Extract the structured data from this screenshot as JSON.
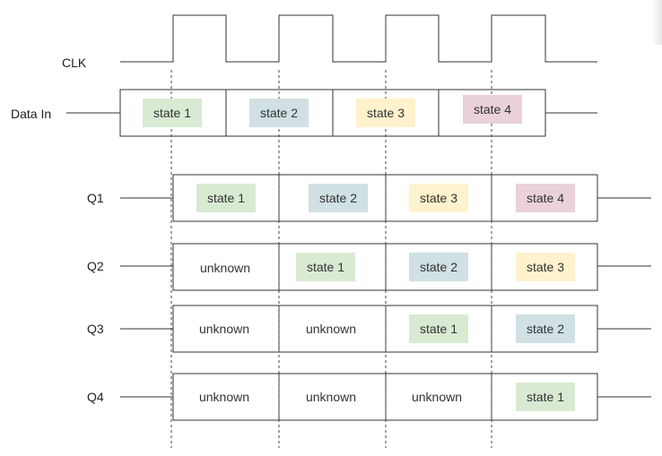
{
  "signals": {
    "clk": "CLK",
    "data_in": "Data In",
    "q1": "Q1",
    "q2": "Q2",
    "q3": "Q3",
    "q4": "Q4"
  },
  "data_in": [
    "state 1",
    "state 2",
    "state 3",
    "state 4"
  ],
  "q1": [
    "state 1",
    "state 2",
    "state 3",
    "state 4"
  ],
  "q2": [
    "unknown",
    "state 1",
    "state 2",
    "state 3"
  ],
  "q3": [
    "unknown",
    "unknown",
    "state 1",
    "state 2"
  ],
  "q4": [
    "unknown",
    "unknown",
    "unknown",
    "state 1"
  ],
  "colors": {
    "state 1": "#d9ead3",
    "state 2": "#d0e0e3",
    "state 3": "#fff2cc",
    "state 4": "#ead1dc"
  }
}
